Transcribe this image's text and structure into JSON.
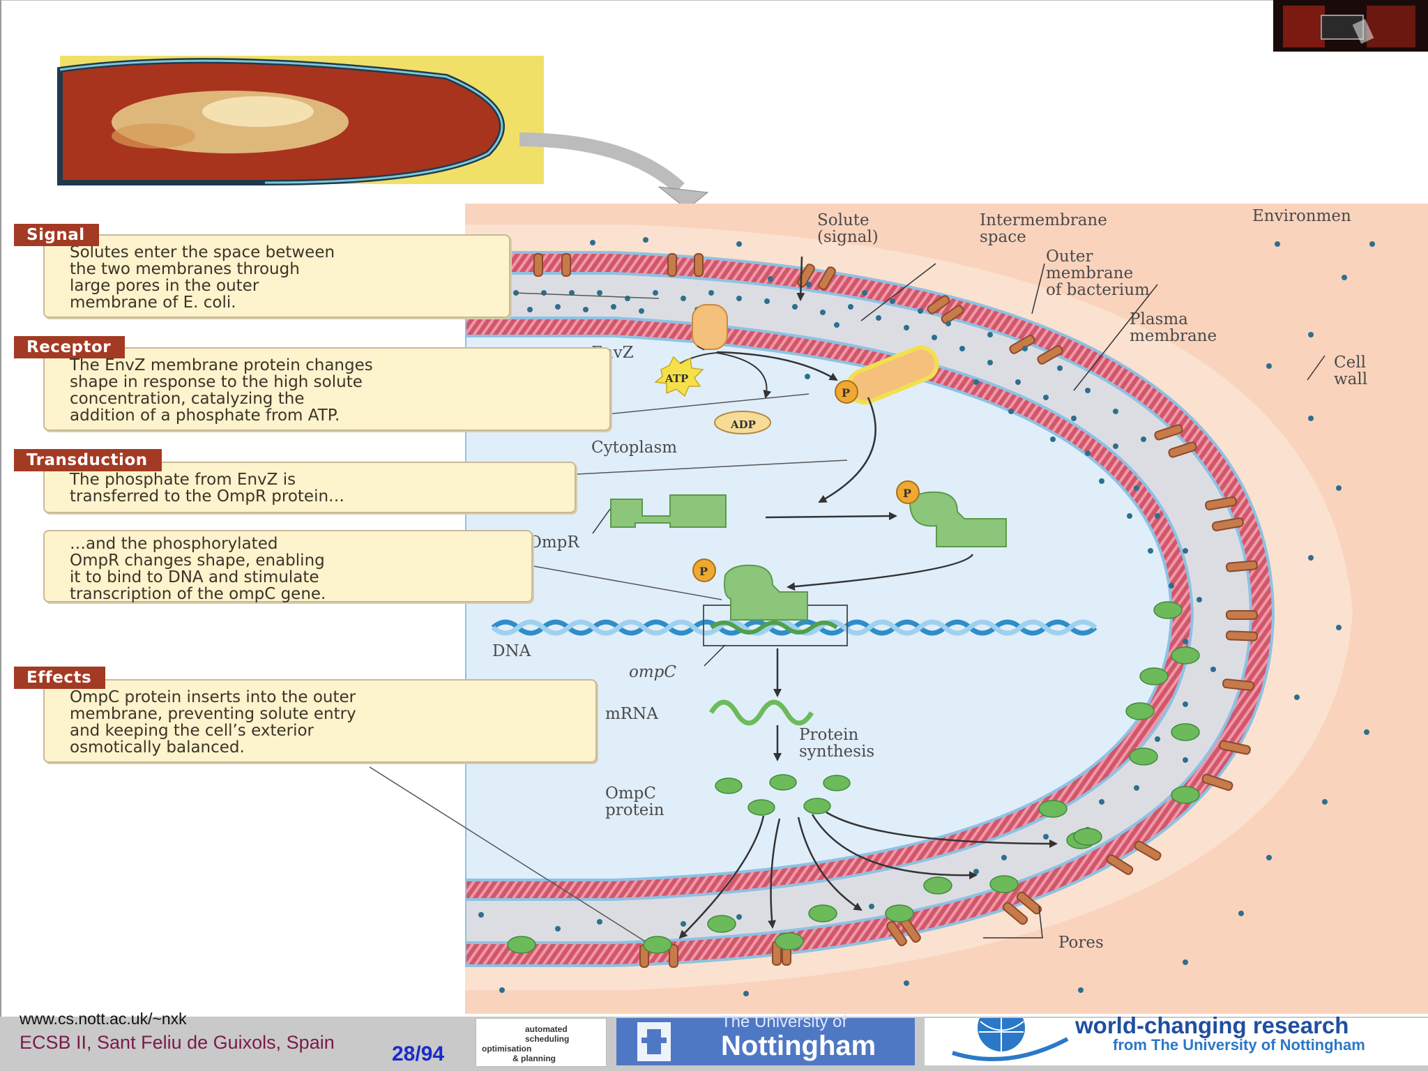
{
  "captions": {
    "signal": {
      "tag": "Signal",
      "lines": [
        "Solutes enter the space between",
        "the two membranes through",
        "large pores in the outer",
        "membrane of E. coli."
      ]
    },
    "receptor": {
      "tag": "Receptor",
      "lines": [
        "The EnvZ membrane protein changes",
        "shape in response to the high solute",
        "concentration, catalyzing the",
        "addition of a phosphate from ATP."
      ]
    },
    "transduction": {
      "tag": "Transduction",
      "lines": [
        "The phosphate from EnvZ is",
        "transferred to the OmpR protein…"
      ]
    },
    "binding": {
      "lines": [
        "…and the phosphorylated",
        "OmpR changes shape, enabling",
        "it to bind to DNA and stimulate",
        "transcription of the ompC gene."
      ]
    },
    "effects": {
      "tag": "Effects",
      "lines": [
        "OmpC protein inserts into the outer",
        "membrane, preventing solute entry",
        "and keeping the cell’s exterior",
        "osmotically balanced."
      ]
    }
  },
  "labels": {
    "solute": [
      "Solute",
      "(signal)"
    ],
    "intermembrane": [
      "Intermembrane",
      "space"
    ],
    "environment": "Environmen",
    "outer_membrane": [
      "Outer",
      "membrane",
      "of bacterium"
    ],
    "plasma_membrane": [
      "Plasma",
      "membrane"
    ],
    "cell_wall": [
      "Cell",
      "wall"
    ],
    "envz": "EnvZ",
    "atp": "ATP",
    "adp": "ADP",
    "phosphate": "P",
    "cytoplasm": "Cytoplasm",
    "ompr": "OmpR",
    "dna": "DNA",
    "ompc_gene": "ompC",
    "mrna": "mRNA",
    "protein_synthesis": [
      "Protein",
      "synthesis"
    ],
    "ompc_protein": [
      "OmpC",
      "protein"
    ],
    "pores": "Pores"
  },
  "footer": {
    "url": "www.cs.nott.ac.uk/~nxk",
    "conference": "ECSB II, Sant Feliu de Guixols, Spain",
    "page": "28/94",
    "logo_asop": [
      "automated",
      "scheduling",
      "optimisation",
      "& planning"
    ],
    "logo_nottingham": [
      "The University of",
      "Nottingham"
    ],
    "logo_wcr": [
      "world-changing research",
      "from The University of Nottingham"
    ]
  },
  "colors": {
    "caption_tag": "#a33a23",
    "caption_box": "#fdf3cc",
    "membrane_red": "#d2566a",
    "membrane_pink": "#f0a8b4",
    "intermembrane": "#dcdde3",
    "cytoplasm": "#e0eefa",
    "environment": "#fbd9c4",
    "protein_green": "#8cc67a",
    "envz_orange": "#f4c07c",
    "phosphate_orange": "#f0a830",
    "footer_bg": "#c9c9c9",
    "page_number": "#1a2acc"
  }
}
